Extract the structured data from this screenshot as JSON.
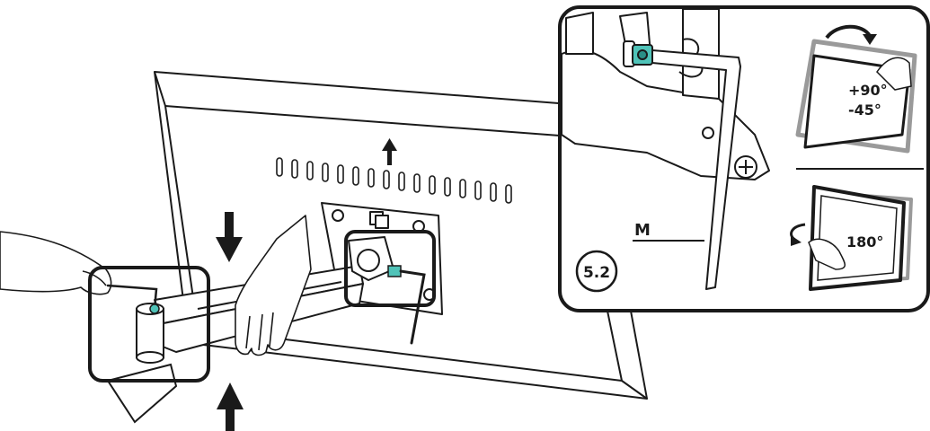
{
  "step": {
    "number": "5.2"
  },
  "tool": {
    "label": "M"
  },
  "tilt": {
    "up": "+90°",
    "down": "-45°"
  },
  "rotate": {
    "label": "180°"
  },
  "colors": {
    "accent": "#4fc3b8",
    "ink": "#1a1a1a",
    "gray": "#9a9a9a"
  },
  "icons": [
    "down-arrow-icon",
    "up-arrow-icon",
    "tilt-arrow-icon",
    "rotate-arrow-icon",
    "hex-key-icon"
  ]
}
